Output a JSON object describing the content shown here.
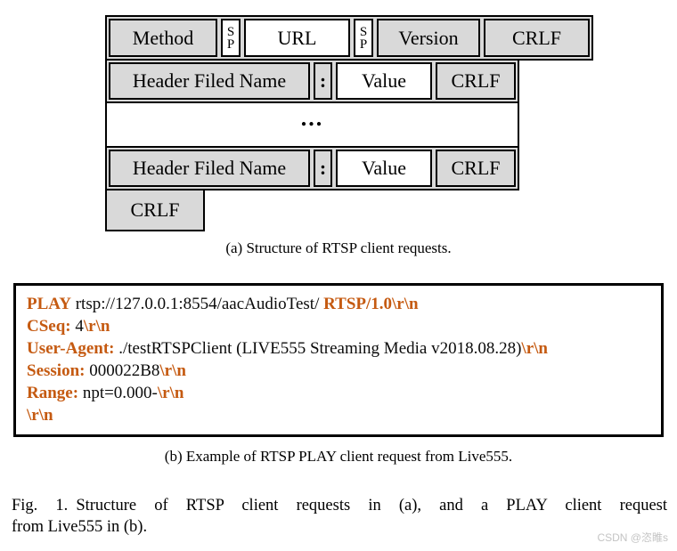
{
  "colors": {
    "orange": "#C55A11",
    "gray": "#d9d9d9",
    "border": "#000000"
  },
  "diagram_a": {
    "caption": "(a) Structure of RTSP client requests.",
    "rows": [
      {
        "name": "request-line-row",
        "cells": [
          {
            "label": "Method",
            "name": "method",
            "fill": "gray"
          },
          {
            "label": "SP",
            "name": "sp",
            "fill": "white",
            "stacked": true
          },
          {
            "label": "URL",
            "name": "url",
            "fill": "white"
          },
          {
            "label": "SP",
            "name": "sp",
            "fill": "white",
            "stacked": true
          },
          {
            "label": "Version",
            "name": "version",
            "fill": "gray"
          },
          {
            "label": "CRLF",
            "name": "crlf",
            "fill": "gray"
          }
        ]
      },
      {
        "name": "header-row-1",
        "cells": [
          {
            "label": "Header Filed Name",
            "name": "hfn",
            "fill": "gray"
          },
          {
            "label": ":",
            "name": "colon",
            "fill": "gray"
          },
          {
            "label": "Value",
            "name": "value",
            "fill": "white"
          },
          {
            "label": "CRLF",
            "name": "crlf2",
            "fill": "gray"
          }
        ]
      },
      {
        "name": "ellipsis-row",
        "cells": [
          {
            "label": "...",
            "name": "ellipsis",
            "fill": "white",
            "wrapped": true
          }
        ]
      },
      {
        "name": "header-row-2",
        "cells": [
          {
            "label": "Header Filed Name",
            "name": "hfn",
            "fill": "gray"
          },
          {
            "label": ":",
            "name": "colon",
            "fill": "gray"
          },
          {
            "label": "Value",
            "name": "value",
            "fill": "white"
          },
          {
            "label": "CRLF",
            "name": "crlf2",
            "fill": "gray"
          }
        ]
      },
      {
        "name": "final-crlf-row",
        "cells": [
          {
            "label": "CRLF",
            "name": "crlf-end",
            "fill": "gray"
          }
        ]
      }
    ]
  },
  "example_b": {
    "caption": "(b) Example of RTSP PLAY client request from Live555.",
    "lines": [
      [
        {
          "t": "PLAY",
          "c": "o"
        },
        {
          "t": " rtsp://127.0.0.1:8554/aacAudioTest/ ",
          "c": "k"
        },
        {
          "t": "RTSP/1.0\\r\\n",
          "c": "o"
        }
      ],
      [
        {
          "t": "CSeq:",
          "c": "o"
        },
        {
          "t": " 4",
          "c": "k"
        },
        {
          "t": "\\r\\n",
          "c": "o"
        }
      ],
      [
        {
          "t": "User-Agent:",
          "c": "o"
        },
        {
          "t": " ./testRTSPClient (LIVE555 Streaming Media v2018.08.28)",
          "c": "k"
        },
        {
          "t": "\\r\\n",
          "c": "o"
        }
      ],
      [
        {
          "t": "Session:",
          "c": "o"
        },
        {
          "t": " 000022B8",
          "c": "k"
        },
        {
          "t": "\\r\\n",
          "c": "o"
        }
      ],
      [
        {
          "t": "Range:",
          "c": "o"
        },
        {
          "t": " npt=0.000-",
          "c": "k"
        },
        {
          "t": "\\r\\n",
          "c": "o"
        }
      ],
      [
        {
          "t": "\\r\\n",
          "c": "o"
        }
      ]
    ]
  },
  "figure_caption": {
    "label": "Fig. 1.",
    "line1": "Structure of RTSP client requests in (a), and a PLAY client request",
    "line2": "from Live555 in (b)."
  },
  "watermark": "CSDN @恣睢s"
}
